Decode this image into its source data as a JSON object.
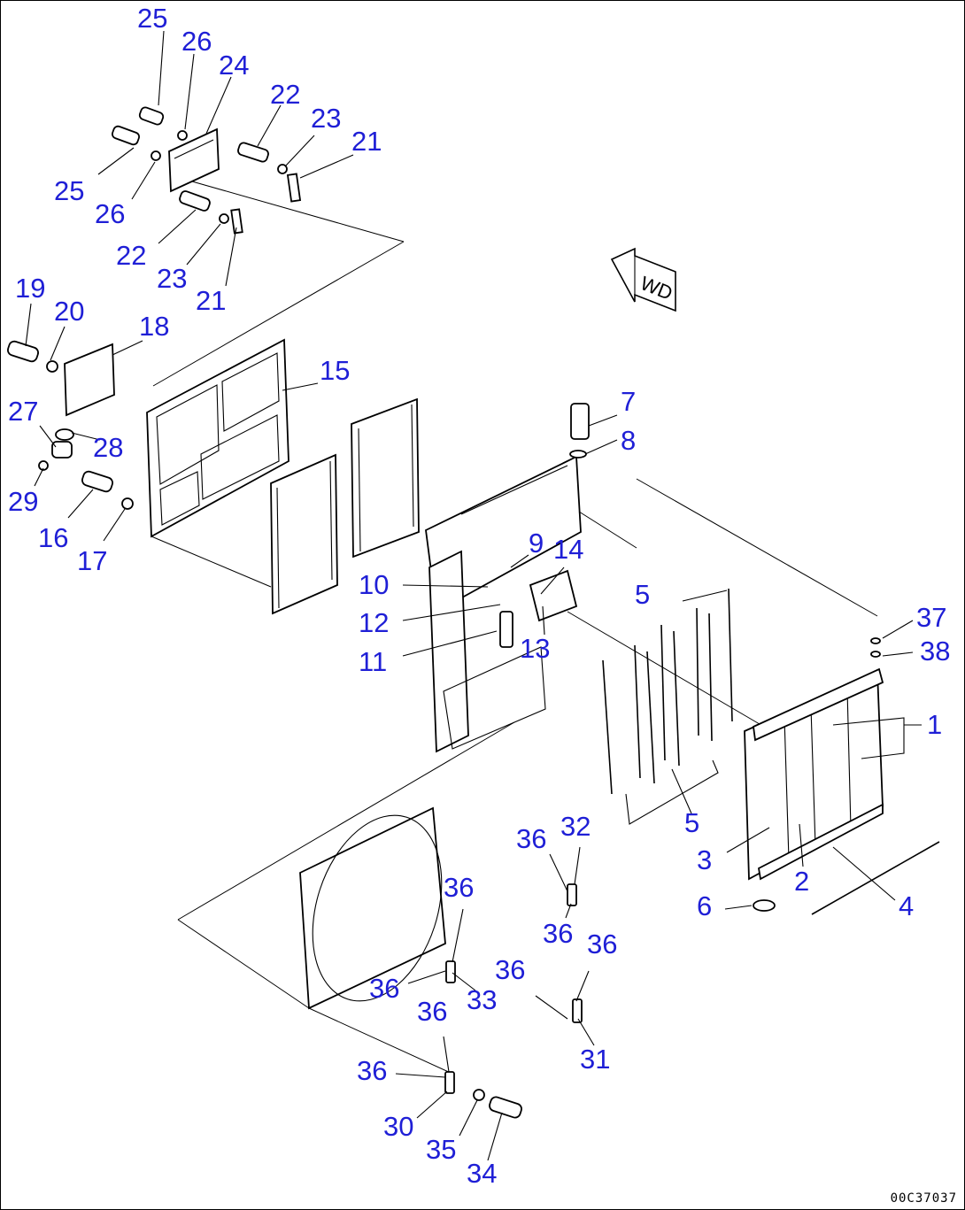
{
  "diagram": {
    "document_code": "00C37037",
    "direction_marker": "WD",
    "callouts": [
      {
        "id": "c25a",
        "label": "25"
      },
      {
        "id": "c26a",
        "label": "26"
      },
      {
        "id": "c24",
        "label": "24"
      },
      {
        "id": "c22a",
        "label": "22"
      },
      {
        "id": "c23a",
        "label": "23"
      },
      {
        "id": "c21a",
        "label": "21"
      },
      {
        "id": "c25b",
        "label": "25"
      },
      {
        "id": "c26b",
        "label": "26"
      },
      {
        "id": "c22b",
        "label": "22"
      },
      {
        "id": "c23b",
        "label": "23"
      },
      {
        "id": "c21b",
        "label": "21"
      },
      {
        "id": "c19",
        "label": "19"
      },
      {
        "id": "c20",
        "label": "20"
      },
      {
        "id": "c18",
        "label": "18"
      },
      {
        "id": "c15",
        "label": "15"
      },
      {
        "id": "c27",
        "label": "27"
      },
      {
        "id": "c28",
        "label": "28"
      },
      {
        "id": "c29",
        "label": "29"
      },
      {
        "id": "c16",
        "label": "16"
      },
      {
        "id": "c17",
        "label": "17"
      },
      {
        "id": "c7",
        "label": "7"
      },
      {
        "id": "c8",
        "label": "8"
      },
      {
        "id": "c9",
        "label": "9"
      },
      {
        "id": "c14",
        "label": "14"
      },
      {
        "id": "c10",
        "label": "10"
      },
      {
        "id": "c12",
        "label": "12"
      },
      {
        "id": "c13",
        "label": "13"
      },
      {
        "id": "c11",
        "label": "11"
      },
      {
        "id": "c5a",
        "label": "5"
      },
      {
        "id": "c37",
        "label": "37"
      },
      {
        "id": "c38",
        "label": "38"
      },
      {
        "id": "c1",
        "label": "1"
      },
      {
        "id": "c5b",
        "label": "5"
      },
      {
        "id": "c3",
        "label": "3"
      },
      {
        "id": "c2",
        "label": "2"
      },
      {
        "id": "c6",
        "label": "6"
      },
      {
        "id": "c4",
        "label": "4"
      },
      {
        "id": "c36a",
        "label": "36"
      },
      {
        "id": "c32",
        "label": "32"
      },
      {
        "id": "c36b",
        "label": "36"
      },
      {
        "id": "c36c",
        "label": "36"
      },
      {
        "id": "c36d",
        "label": "36"
      },
      {
        "id": "c33",
        "label": "33"
      },
      {
        "id": "c36e",
        "label": "36"
      },
      {
        "id": "c36f",
        "label": "36"
      },
      {
        "id": "c36g",
        "label": "36"
      },
      {
        "id": "c31",
        "label": "31"
      },
      {
        "id": "c36h",
        "label": "36"
      },
      {
        "id": "c30",
        "label": "30"
      },
      {
        "id": "c35",
        "label": "35"
      },
      {
        "id": "c34",
        "label": "34"
      }
    ]
  }
}
